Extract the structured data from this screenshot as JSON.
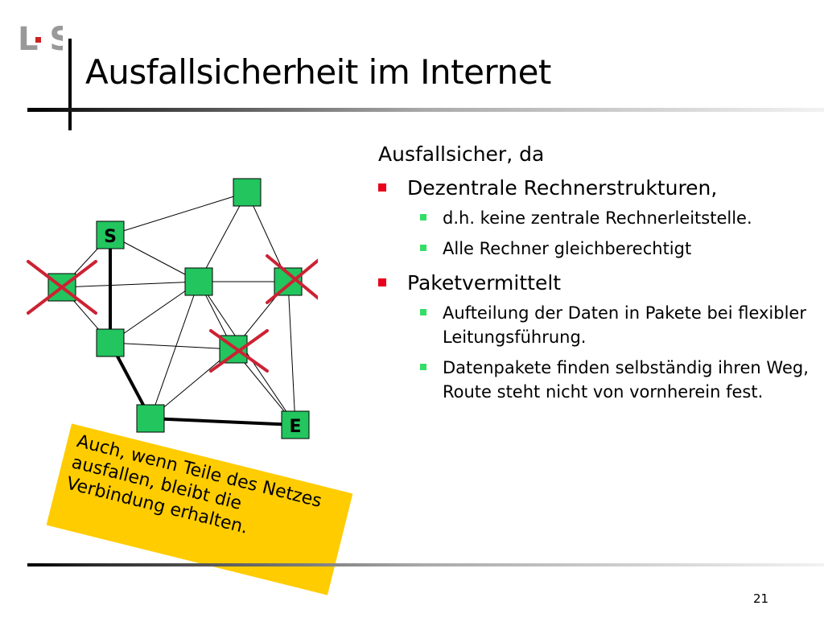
{
  "slide": {
    "logo": "L S",
    "title": "Ausfallsicherheit im Internet",
    "intro": "Ausfallsicher, da",
    "bullets": [
      {
        "text": "Dezentrale Rechnerstrukturen,",
        "sub": [
          "d.h. keine zentrale Rechnerleitstelle.",
          "Alle Rechner gleichberechtigt"
        ]
      },
      {
        "text": "Paketvermittelt",
        "sub": [
          "Aufteilung der Daten in Pakete bei flexibler Leitungsführung.",
          "Datenpakete finden selbständig ihren Weg, Route steht nicht von vornherein fest."
        ]
      }
    ],
    "page_number": "21",
    "callout": "Auch, wenn Teile des Netzes  ausfallen, bleibt die Verbindung erhalten."
  },
  "diagram": {
    "node_labels": {
      "start": "S",
      "end": "E"
    },
    "colors": {
      "node_fill": "#22c55e",
      "cross": "#cc2233",
      "callout": "#ffcc00",
      "bullet_main": "#e8001c",
      "bullet_sub": "#33dd66"
    }
  }
}
